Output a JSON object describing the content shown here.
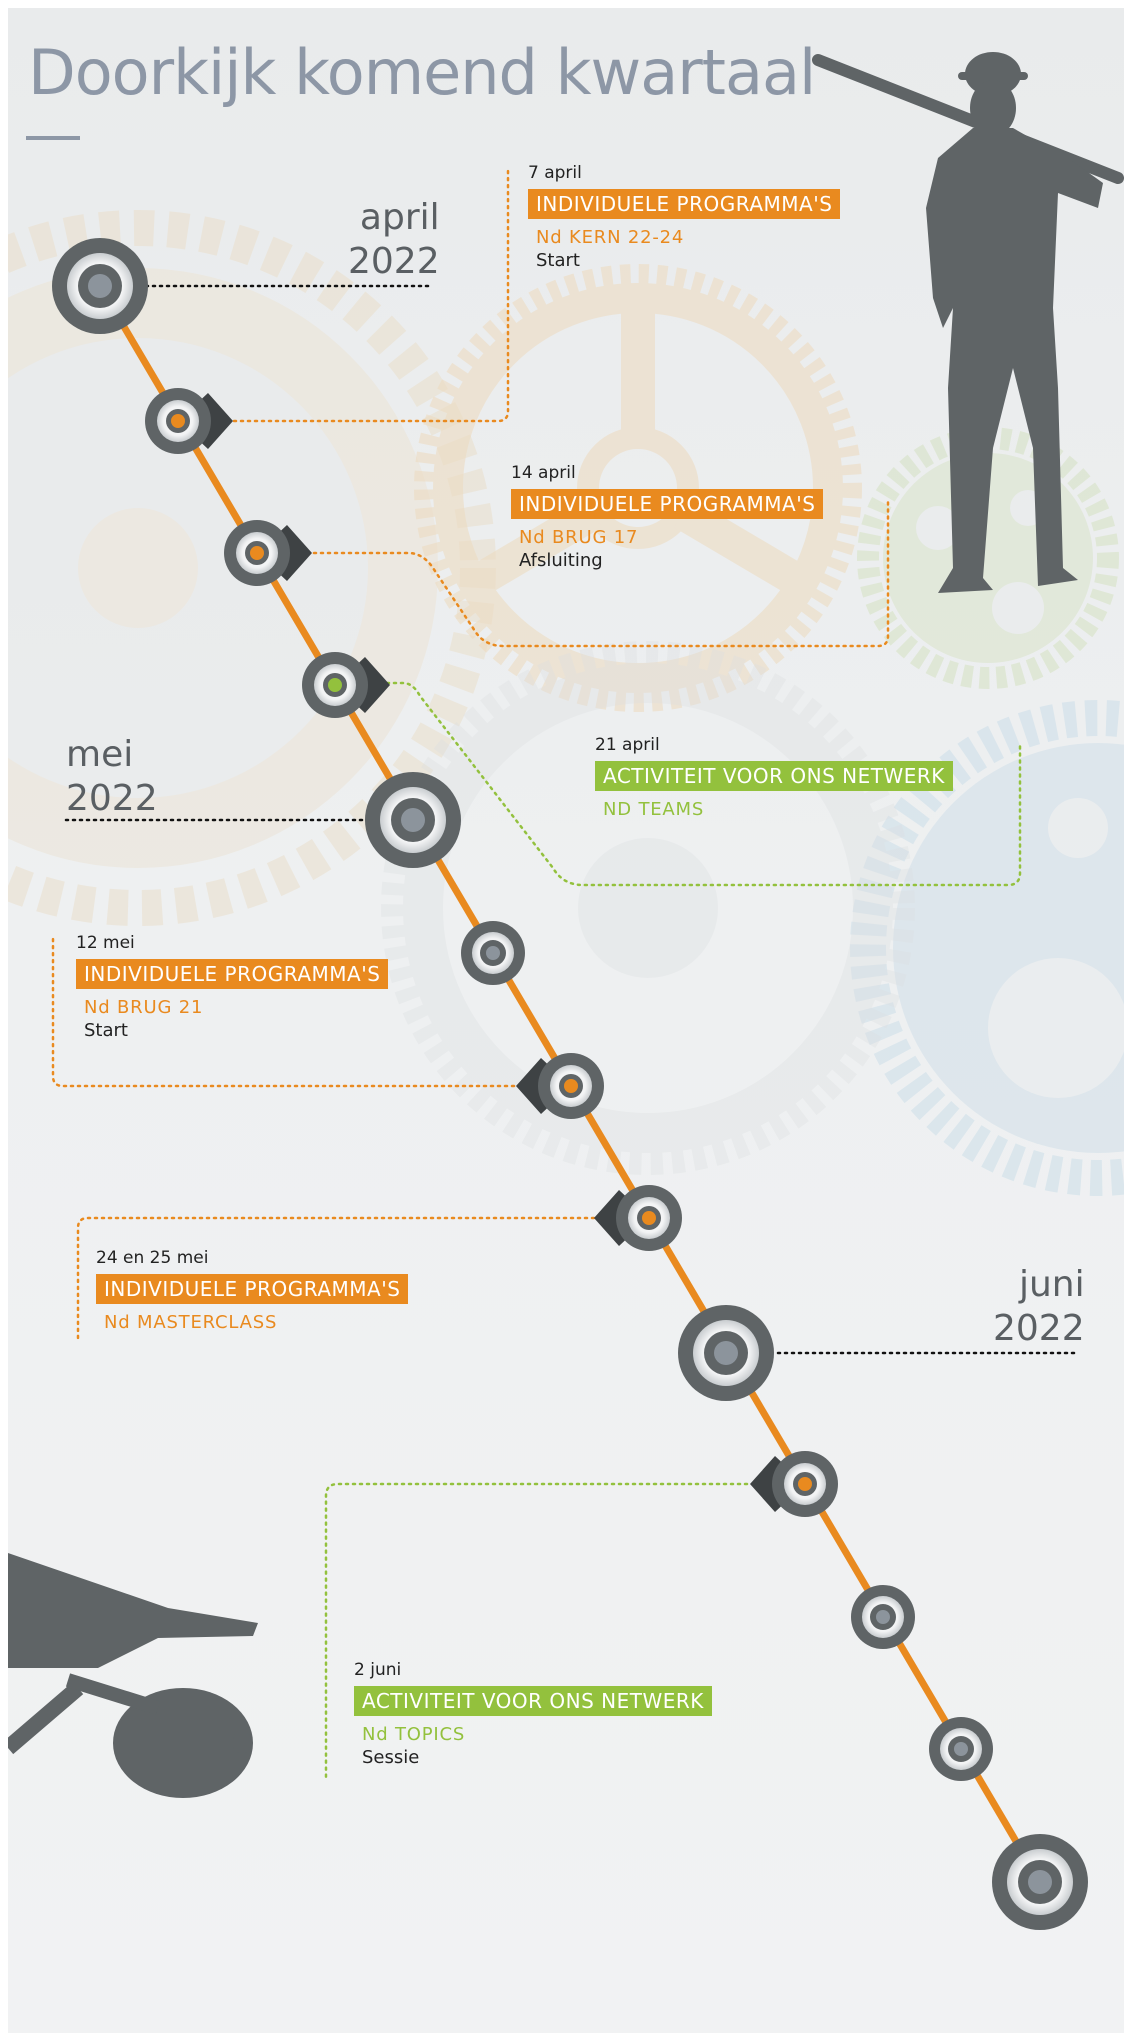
{
  "title": "Doorkijk komend kwartaal",
  "months": [
    {
      "name": "april",
      "year": "2022"
    },
    {
      "name": "mei",
      "year": "2022"
    },
    {
      "name": "juni",
      "year": "2022"
    }
  ],
  "events": [
    {
      "date": "7 april",
      "category": "INDIVIDUELE PROGRAMMA'S",
      "name": "Nd KERN 22-24",
      "detail": "Start"
    },
    {
      "date": "14 april",
      "category": "INDIVIDUELE PROGRAMMA'S",
      "name": "Nd BRUG 17",
      "detail": "Afsluiting"
    },
    {
      "date": "21 april",
      "category": "ACTIVITEIT VOOR ONS NETWERK",
      "name": "ND TEAMS",
      "detail": ""
    },
    {
      "date": "12 mei",
      "category": "INDIVIDUELE PROGRAMMA'S",
      "name": "Nd BRUG 21",
      "detail": "Start"
    },
    {
      "date": "24 en 25 mei",
      "category": "INDIVIDUELE PROGRAMMA'S",
      "name": "Nd MASTERCLASS",
      "detail": ""
    },
    {
      "date": "2 juni",
      "category": "ACTIVITEIT VOOR ONS NETWERK",
      "name": "Nd TOPICS",
      "detail": "Sessie"
    }
  ],
  "colors": {
    "orange": "#e98a1f",
    "green": "#93c13d",
    "title": "#8d97a6",
    "node": "#5a5f63"
  },
  "icons": [
    "worker-silhouette-icon",
    "wheelbarrow-icon",
    "gear-icon"
  ]
}
